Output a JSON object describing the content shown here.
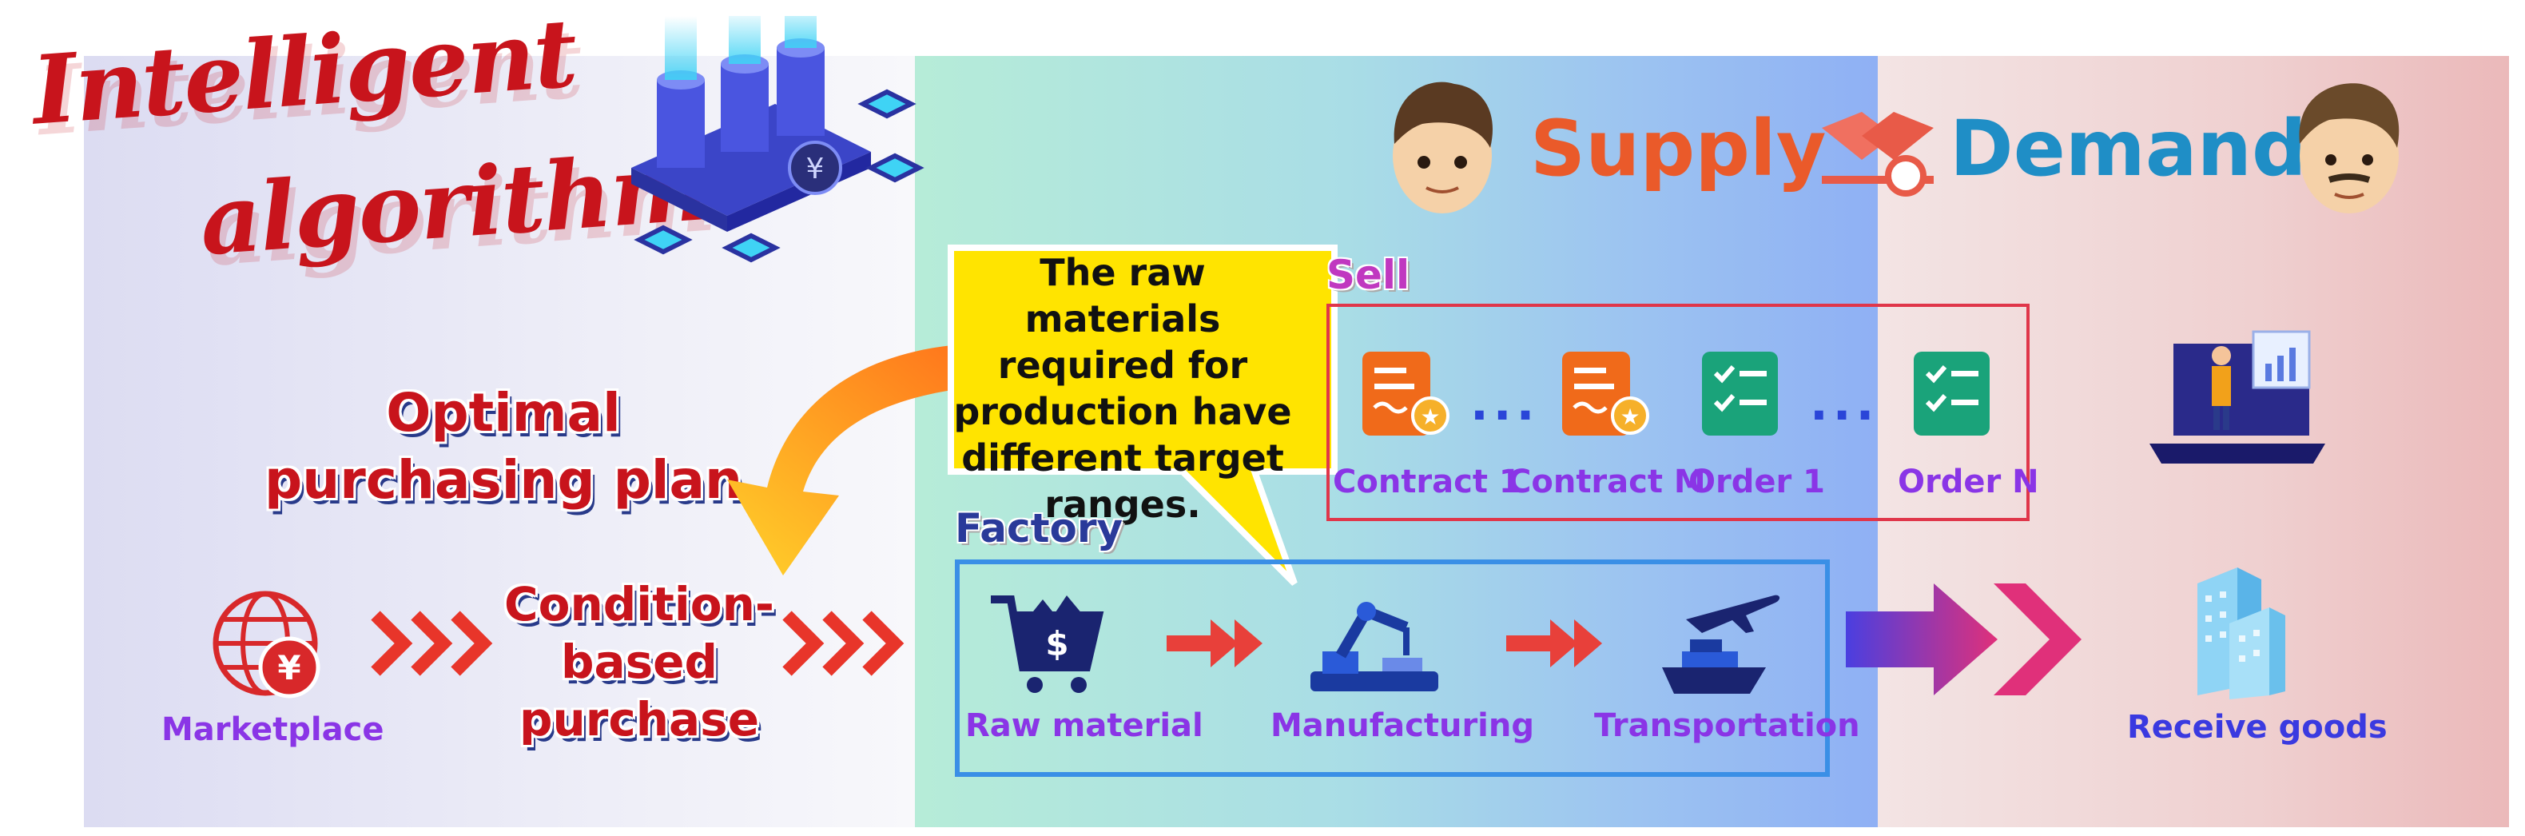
{
  "title": {
    "line1": "Intelligent",
    "line2": "algorithm"
  },
  "left": {
    "plan_title_line1": "Optimal",
    "plan_title_line2": "purchasing plan",
    "marketplace_label": "Marketplace",
    "condition_line1": "Condition-",
    "condition_line2": "based",
    "condition_line3": "purchase"
  },
  "header": {
    "supply": "Supply",
    "demand": "Demand"
  },
  "callout": {
    "text": "The raw materials required for production have different target ranges."
  },
  "sell": {
    "tag": "Sell",
    "items": [
      {
        "label": "Contract 1",
        "icon": "contract-icon"
      },
      {
        "label": "Contract M",
        "icon": "contract-icon"
      },
      {
        "label": "Order 1",
        "icon": "order-icon"
      },
      {
        "label": "Order N",
        "icon": "order-icon"
      }
    ],
    "ellipsis": "..."
  },
  "factory": {
    "tag": "Factory",
    "steps": [
      {
        "label": "Raw material",
        "icon": "cart-icon"
      },
      {
        "label": "Manufacturing",
        "icon": "robot-arm-icon"
      },
      {
        "label": "Transportation",
        "icon": "ship-plane-icon"
      }
    ]
  },
  "right": {
    "receive_label": "Receive goods"
  },
  "colors": {
    "accent_red": "#c8141c",
    "supply_orange": "#ea5a2a",
    "demand_blue": "#1f8ec6",
    "label_purple": "#8a35e6",
    "sell_box": "#e0364a",
    "factory_box": "#3a8fe6"
  }
}
